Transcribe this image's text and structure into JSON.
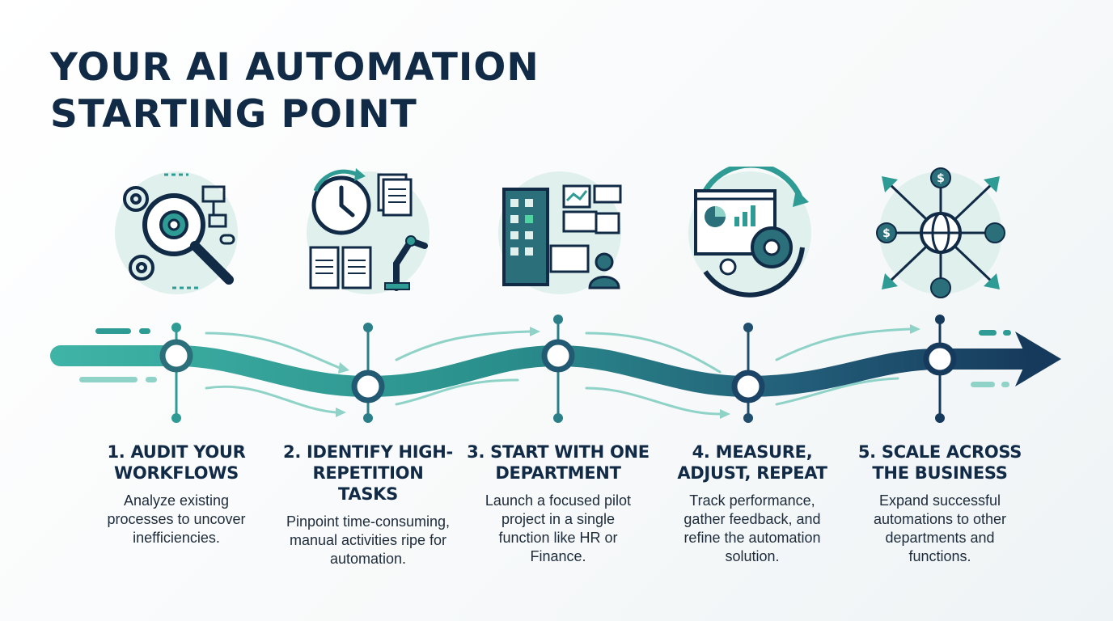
{
  "title": {
    "line1": "YOUR AI AUTOMATION",
    "line2": "STARTING POINT"
  },
  "colors": {
    "navy": "#112a46",
    "teal": "#2e9c94",
    "teal_light": "#8fd3c8",
    "circle_bg": "#dff0ed"
  },
  "steps": [
    {
      "title": "1. AUDIT YOUR WORKFLOWS",
      "description": "Analyze existing processes to uncover inefficiencies.",
      "icon": "magnifier-gears-flowchart-icon"
    },
    {
      "title": "2. IDENTIFY HIGH-REPETITION TASKS",
      "description": "Pinpoint time-consuming, manual activities ripe for automation.",
      "icon": "clock-documents-robot-arm-icon"
    },
    {
      "title": "3. START WITH ONE DEPARTMENT",
      "description": "Launch a focused pilot project in a single function like HR or Finance.",
      "icon": "office-building-dashboards-icon"
    },
    {
      "title": "4. MEASURE, ADJUST, REPEAT",
      "description": "Track performance, gather feedback, and refine the automation solution.",
      "icon": "dashboard-cycle-gear-icon"
    },
    {
      "title": "5. SCALE ACROSS THE BUSINESS",
      "description": "Expand successful automations to other departments and functions.",
      "icon": "globe-network-expansion-icon"
    }
  ]
}
